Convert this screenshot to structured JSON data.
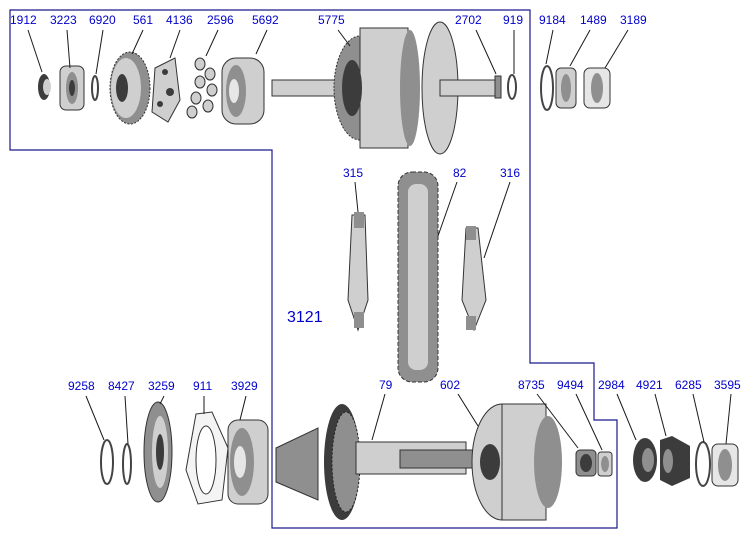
{
  "diagram": {
    "group_label": "3121",
    "parts": [
      {
        "id": "p1912",
        "label": "1912"
      },
      {
        "id": "p3223",
        "label": "3223"
      },
      {
        "id": "p6920",
        "label": "6920"
      },
      {
        "id": "p561",
        "label": "561"
      },
      {
        "id": "p4136",
        "label": "4136"
      },
      {
        "id": "p2596",
        "label": "2596"
      },
      {
        "id": "p5692",
        "label": "5692"
      },
      {
        "id": "p5775",
        "label": "5775"
      },
      {
        "id": "p2702",
        "label": "2702"
      },
      {
        "id": "p919",
        "label": "919"
      },
      {
        "id": "p9184",
        "label": "9184"
      },
      {
        "id": "p1489",
        "label": "1489"
      },
      {
        "id": "p3189",
        "label": "3189"
      },
      {
        "id": "p315",
        "label": "315"
      },
      {
        "id": "p82",
        "label": "82"
      },
      {
        "id": "p316",
        "label": "316"
      },
      {
        "id": "p9258",
        "label": "9258"
      },
      {
        "id": "p8427",
        "label": "8427"
      },
      {
        "id": "p3259",
        "label": "3259"
      },
      {
        "id": "p911",
        "label": "911"
      },
      {
        "id": "p3929",
        "label": "3929"
      },
      {
        "id": "p79",
        "label": "79"
      },
      {
        "id": "p602",
        "label": "602"
      },
      {
        "id": "p8735",
        "label": "8735"
      },
      {
        "id": "p9494",
        "label": "9494"
      },
      {
        "id": "p2984",
        "label": "2984"
      },
      {
        "id": "p4921",
        "label": "4921"
      },
      {
        "id": "p6285",
        "label": "6285"
      },
      {
        "id": "p3595",
        "label": "3595"
      }
    ]
  },
  "colors": {
    "label": "#0000cc",
    "outline": "#1a1a8c",
    "background": "#ffffff"
  }
}
